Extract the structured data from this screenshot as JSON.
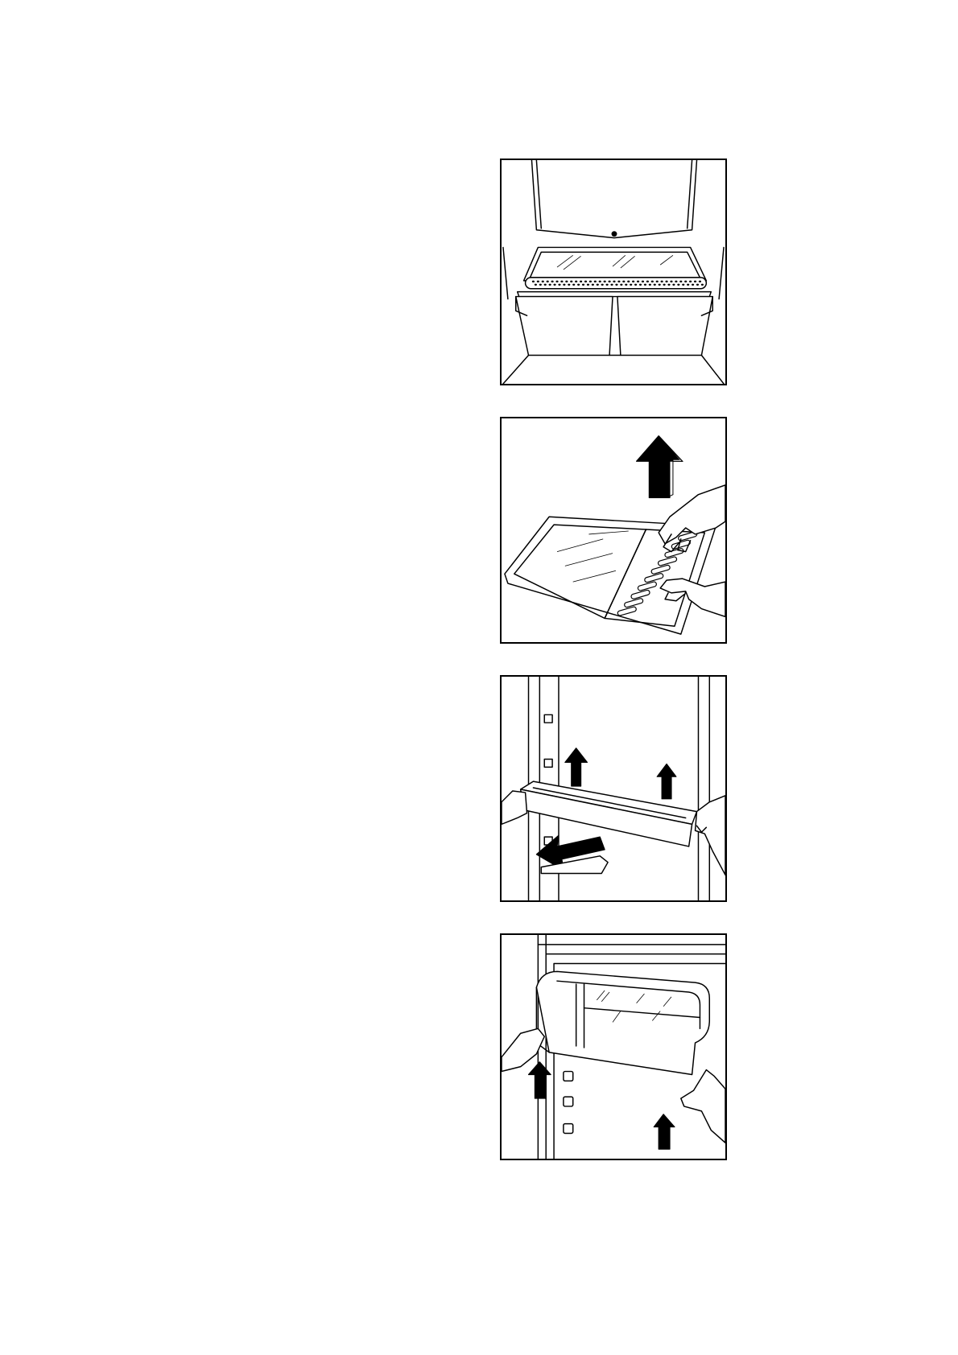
{
  "page": {
    "type": "appliance-manual-illustrations",
    "panels": [
      {
        "id": "fig1",
        "subject": "glass-shelf-above-crisper-drawers",
        "icon": "fridge-crisper-icon"
      },
      {
        "id": "fig2",
        "subject": "removing-glass-shelf-lift-up",
        "icon": "up-arrow-icon"
      },
      {
        "id": "fig3",
        "subject": "removing-door-shelf-lift-and-pull",
        "icon": "pull-out-arrow-icon"
      },
      {
        "id": "fig4",
        "subject": "removing-door-balcony-push-up",
        "icon": "up-arrow-icon"
      }
    ],
    "colors": {
      "ink": "#000000",
      "paper": "#ffffff"
    }
  }
}
